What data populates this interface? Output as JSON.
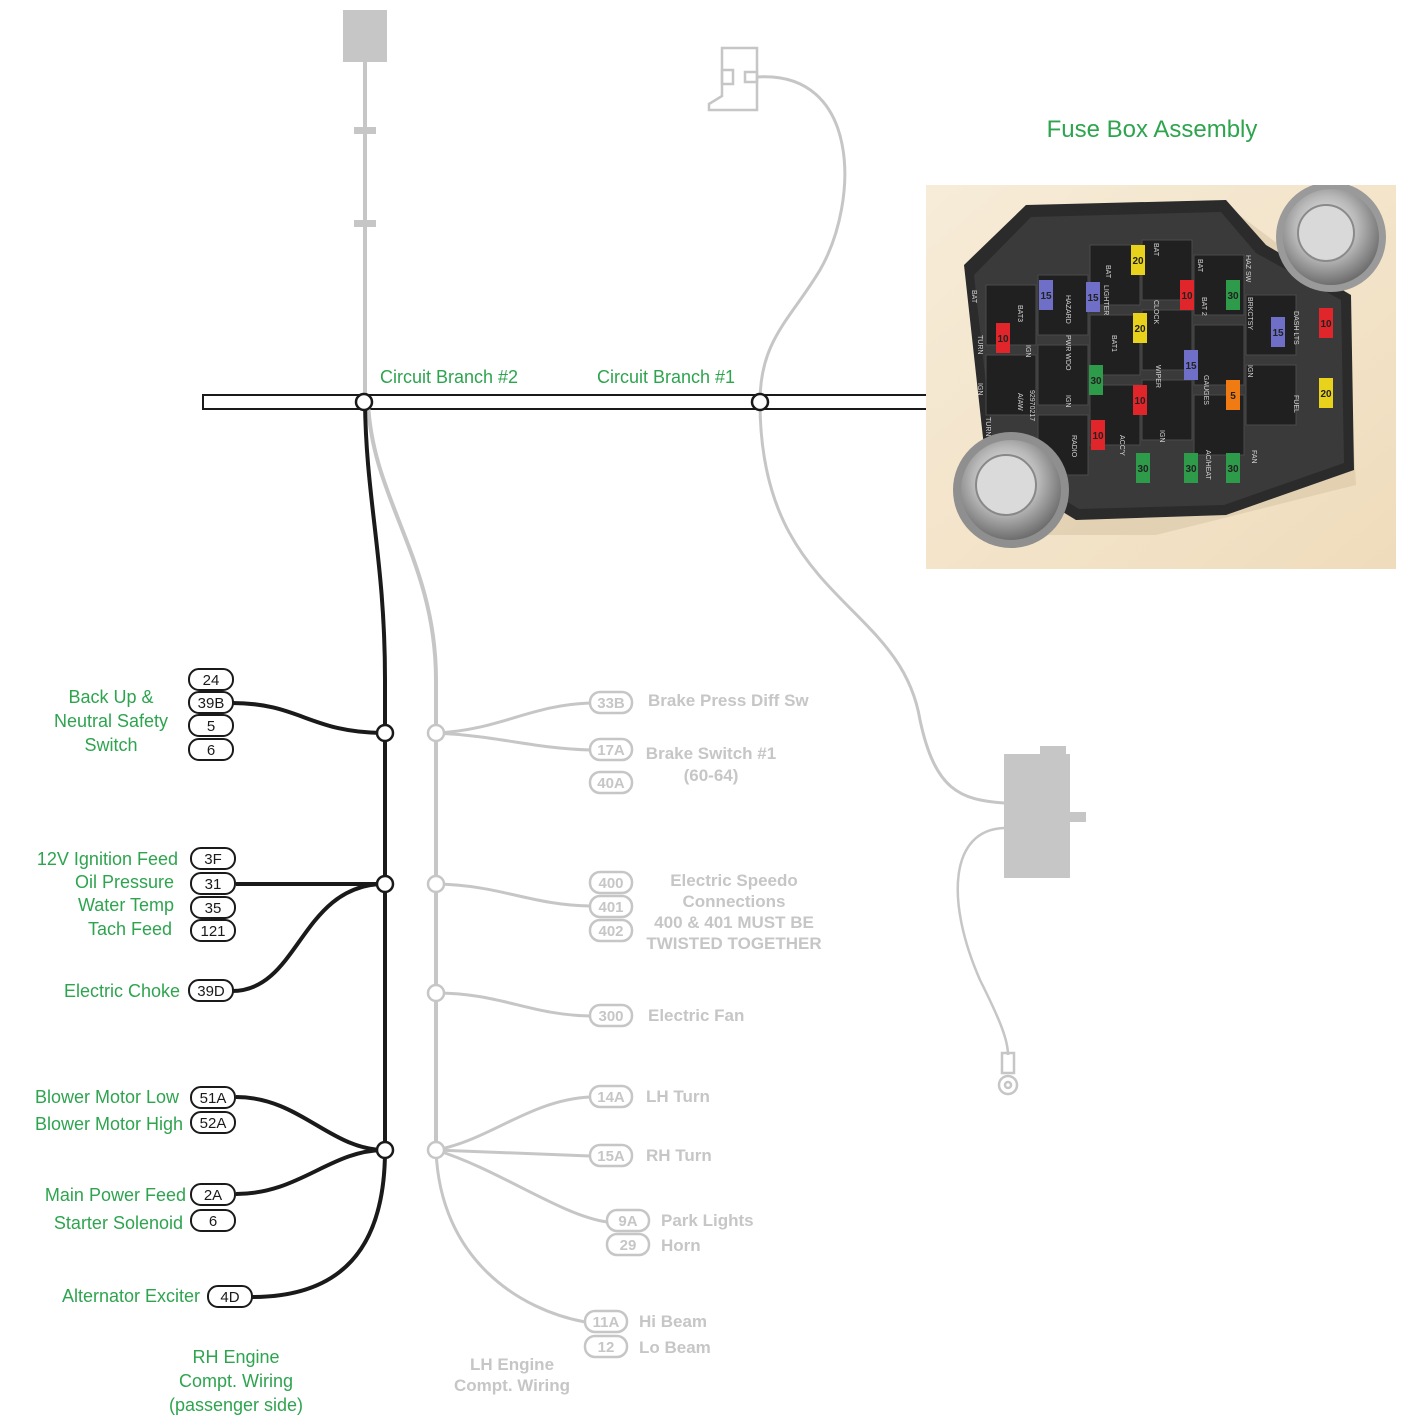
{
  "title": "Fuse Box Assembly",
  "branches": {
    "branch2": "Circuit Branch #2",
    "branch1": "Circuit Branch #1"
  },
  "rh": {
    "group_label": [
      "RH Engine",
      "Compt. Wiring",
      "(passenger side)"
    ],
    "backup_label": [
      "Back Up &",
      "Neutral Safety",
      "Switch"
    ],
    "backup_tags": [
      "24",
      "39B",
      "5",
      "6"
    ],
    "ign_labels": [
      "12V Ignition Feed",
      "Oil Pressure",
      "Water Temp",
      "Tach Feed"
    ],
    "ign_tags": [
      "3F",
      "31",
      "35",
      "121"
    ],
    "choke_label": "Electric Choke",
    "choke_tag": "39D",
    "blower_labels": [
      "Blower Motor Low",
      "Blower Motor High"
    ],
    "blower_tags": [
      "51A",
      "52A"
    ],
    "power_labels": [
      "Main Power Feed",
      "Starter Solenoid"
    ],
    "power_tags": [
      "2A",
      "6"
    ],
    "alt_label": "Alternator Exciter",
    "alt_tag": "4D"
  },
  "lh": {
    "group_label": [
      "LH Engine",
      "Compt. Wiring"
    ],
    "brake_tags": [
      "33B",
      "17A",
      "40A"
    ],
    "brake_labels": [
      "Brake Press Diff Sw",
      "Brake Switch #1",
      "(60-64)"
    ],
    "speedo_tags": [
      "400",
      "401",
      "402"
    ],
    "speedo_labels": [
      "Electric Speedo",
      "Connections",
      "400 & 401 MUST BE",
      "TWISTED TOGETHER"
    ],
    "fan_tag": "300",
    "fan_label": "Electric Fan",
    "turn_tags": [
      "14A",
      "15A"
    ],
    "turn_labels": [
      "LH Turn",
      "RH Turn"
    ],
    "park_tags": [
      "9A",
      "29"
    ],
    "park_labels": [
      "Park Lights",
      "Horn"
    ],
    "beam_tags": [
      "11A",
      "12"
    ],
    "beam_labels": [
      "Hi Beam",
      "Lo Beam"
    ]
  },
  "fusebox": {
    "fuse_values": [
      "15",
      "15",
      "20",
      "10",
      "30",
      "10",
      "15",
      "20",
      "30",
      "15",
      "10",
      "10",
      "5",
      "20",
      "30",
      "30",
      "30",
      "10"
    ],
    "labels": [
      "BAT",
      "BAT",
      "BAT",
      "BAT",
      "HAZ SW",
      "LIGHTER",
      "CLOCK",
      "BAT 2",
      "BRKCTSY",
      "DASH LTS",
      "TURN",
      "BAT3",
      "HAZARD",
      "PWR WDO",
      "BAT1",
      "IGN",
      "WIPER",
      "GAUGES",
      "IGN",
      "FUEL",
      "IGN",
      "TURN SW",
      "A/AW",
      "92970217",
      "IGN",
      "RADIO",
      "ACC'Y",
      "IGN",
      "AC/HEAT",
      "FAN"
    ]
  },
  "colors": {
    "green_text": "#2ea44f",
    "gray_wire": "#c6c6c6",
    "black_wire": "#1a1a1a",
    "component_gray": "#c9c9c9"
  }
}
